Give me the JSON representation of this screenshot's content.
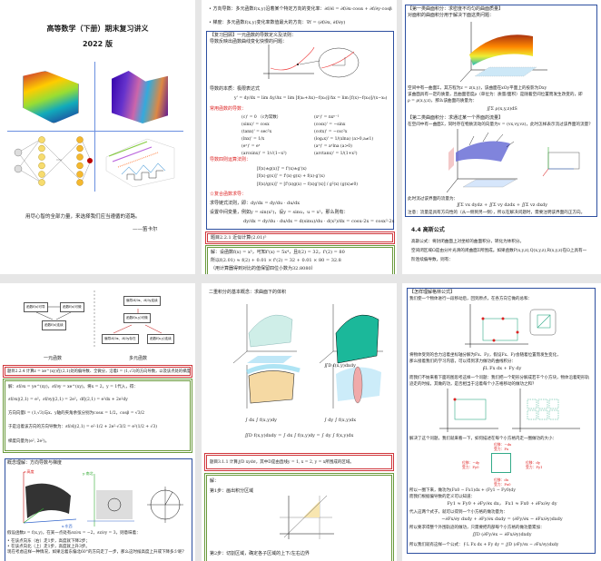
{
  "cover": {
    "title": "高等数学（下册）期末复习讲义",
    "edition": "2022 版",
    "quote": "用尽心智的全部力量，来选择我们应当遵循的道路。",
    "author": "——笛卡尔"
  },
  "p2": {
    "l1": "• 方向导数：多元函数f(x,y)沿着某个特定方向的变化率：∂f/∂l = ∂f/∂x·cosα + ∂f/∂y·cosβ",
    "l2": "• 梯度：多元函数f(x,y)变化率数值最大的方向：∇f = (∂f/∂x, ∂f/∂y)",
    "box_title": "【复习回顾】一元函数的导数定义及法则：",
    "box_sub": "导数反映出函数曲线变化快慢的问题：",
    "def_label": "导数的本质：极限表达式",
    "def": "y' = dy/dx = lim Δy/Δx = lim [f(x₀+Δx)−f(x₀)]/Δx = lim [f(x)−f(x₀)]/(x−x₀)",
    "common_label": "常用函数的导数：",
    "formulas": [
      "(c)' = 0 （c为常数）",
      "(xⁿ)' = nxⁿ⁻¹",
      "(sinx)' = cosx",
      "(cosx)' = −sinx",
      "(tanx)' = sec²x",
      "(cotx)' = −csc²x",
      "(lnx)' = 1/x",
      "(logₐx)' = 1/(xlna) (a>0,a≠1)",
      "(eˣ)' = eˣ",
      "(aˣ)' = aˣlna (a>0)",
      "(arcsinx)' = 1/√(1−x²)",
      "(arctanx)' = 1/(1+x²)"
    ],
    "rules_label": "导数四则运算法则：",
    "rules": [
      "[f(x)±g(x)]' = f'(x)±g'(x)",
      "[f(x)·g(x)]' = f'(x)·g(x) + f(x)·g'(x)",
      "[f(x)/g(x)]' = [f'(x)g(x) − f(x)g'(x)] / g²(x)   (g(x)≠0)"
    ],
    "chain_label": "☆复合函数求导：",
    "chain1": "求导链式法则，即：dy/dx = dy/du · du/dx",
    "chain2": "设置中间变量，例如y = sin(x²)，设y = sinu，u = x²，那么则有：",
    "chain3": "dy/dx = dy/du · du/dx = d(sinu)/du · d(x²)/dx = cosu·2x = cosx²·2x",
    "example": "题目2.2.1 近似计算(2.01)⁵",
    "sol": [
      "解：设函数f(x) = x⁵，可知f'(x) = 5x⁴，且f(2) = 32，f'(2) = 80",
      "所以f(2.01) ≈ f(2) + 0.01 × f'(2) = 32 + 0.01 × 80 = 32.8",
      "（用计算器得到对比的值保留四位小数为32.8080）"
    ]
  },
  "p3": {
    "s1_title": "【第一类曲面积分：求密度不均匀的曲面质量】",
    "s1_sub": "对面积的曲面积分用于解决下面这类问题：",
    "s1_t1": "空间中有一曲面Σ，其方程为z = z(x,y)，该曲面在xOy平面上的投影为Dxy",
    "s1_t2": "该曲面具有一定的质量，且曲面密度ρ（单位为：质量/面积）是随着空间位置而发生改变的，即",
    "s1_t3": "ρ = ρ(x,y,z)，那么该曲面的质量为：",
    "s1_f": "∬Σ ρ(x,y,z)dS",
    "s2_title": "【第二类曲面积分：求通过某一个界面的流量】",
    "s2_sub": "在空间中有一曲面Σ，同时存在物质流动的向量为v = (vx,vy,vz)，此时怎样表示流过该界面的流量？",
    "s2_t1": "此时流过该界面的流量为：",
    "s2_f": "∬Σ vx dydz + ∬Σ vy dzdx + ∬Σ vz dxdy",
    "s2_note": "注意：流量是具有方向性的（从一侧到另一侧），所以在解决问题时，需要注明该界面的正方向。",
    "h": "4.4 高斯公式",
    "p1": "高斯公式：将封闭曲面上对坐标的曲面积分，转化为体积分。",
    "p2": "空间闭区域Ω是由分片光滑的闭曲面Σ所围成。如果函数P(x,y,z),Q(x,y,z),R(x,y,z)在Ω上具有一",
    "p3": "阶连续偏导数，则有："
  },
  "p4": {
    "n1": "函数f(x)可导",
    "n2": "函数f(x)可微",
    "n3": "函数f(x)连续",
    "m1": "偏导∂f/∂x、∂f/∂y连续",
    "m2": "函数f(x,y)可微",
    "m3": "偏导∂f/∂x、∂f/∂y存在",
    "m4": "函数f(x,y)连续",
    "lab1": "一元函数",
    "lab2": "多元函数",
    "example": "题目2.2.4 计算z = xe^(xy)在(2,1)处的偏导数、全微分，沿着l = (1,√3)的方向导数，以及该点处的梯度",
    "sol": [
      "解：∂f/∂x = ye^(xy)，∂f/∂y = xe^(xy)，将x = 2，y = 1代入，得：",
      "∂f/∂x|(2,1) = e²，∂f/∂y|(2,1) = 2e²，df|(2,1) = e²dx + 2e²dy",
      "方向向量l = (1,√3)与x、y轴的夹角余弦分别为cosα = 1/2，cosβ = √3/2",
      "于是沿着该方向的方向导数为：∂f/∂l|(2,1) = e²·1/2 + 2e²·√3/2 = e²(1/2 + √3)",
      "梯度向量为(e², 2e²)。"
    ],
    "concept_title": "概念理解：方向导数与梯度",
    "axis_z": "z:高度",
    "axis_y": "y:南北",
    "axis_x": "x:东西",
    "c1": "假设函数z = f(x,y)，在某一点处有∂z/∂x = −2，∂z/∂y = 3，则意味着：",
    "c2": "• 在该点向东（右）走1步，高度就下降2步；",
    "c3": "• 在该点向北（上）走1步，高度就上升3步。",
    "c4": "现在考虑这样一种情况，如果沿着东偏北60°的方向走了一步，那么这时候高度上升或下降多少呢？"
  },
  "p5": {
    "intro": "二重积分的基本概念：求曲面下的体积",
    "f1": "∬D f(x,y)dxdy",
    "f2": "∫ dx ∫ f(x,y)dy",
    "f3": "∫ dy ∫ f(x,y)dx",
    "f4": "∬D f(x,y)dxdy = ∫ dx ∫ f(x,y)dy = ∫ dy ∫ f(x,y)dx",
    "example": "题目3.1.1 计算∬D xydσ，其中D是由直线y = 1, x = 2, y = x所围成的区域。",
    "sol": "解：",
    "step1": "第1步：画出积分区域",
    "step2": "第2步：切割区域，确定各子区域的上下/左右边界"
  },
  "p6": {
    "title": "【怎样理解格林公式】",
    "t1": "我们使一个物体进行一段移动后，回到原点，在各方向它做的总和：",
    "t2": "将物体受到的合力沿着坐标轴分解为Fx、Fy，假设Fx、Fy会随着位置而发生变化，",
    "t3": "那么接着我们的学习内容，可以得到求力做功的曲线积分：",
    "f1": "∮L Fx dx + Fy dy",
    "t4": "而我们不妨来看下面的图思考这样一个问题：我们把一个矩形分解成若干个小方块，物体沿着矩形轨",
    "t5": "迹走的时候，其做的功，是否相当于沿着每个小方格移动的做功之和？",
    "t6": "解决了这个问题，我们就来看一下，如何描述在每个小方格内走一圈做功的大小：",
    "lbl": [
      "位移：−dx",
      "受力：Fx",
      "位移：−dy",
      "受力：Fy0",
      "位移：dy",
      "受力：Fy1",
      "位移：dx",
      "受力：Fx0"
    ],
    "t7": "所以一圈下来，做功为(Fx0 − Fx1)dx + (Fy1 − Fy0)dy",
    "t8": "而我们根据偏导数的定义可以知道：",
    "f2": "Fy1 ≈ Fy0 + ∂Fy/∂x dx，  Fx1 ≈ Fx0 + ∂Fx/∂y dy",
    "t9": "代入这两个式子，就可以得到一个小方格的做功量为：",
    "f3": "−∂Fx/∂y dxdy + ∂Fy/∂x dxdy = (∂Fy/∂x − ∂Fx/∂y)dxdy",
    "t10": "所以要求得整个外围轨迹的做功，只需要把内部每个小方格的做功量累加：",
    "f4": "∬D (∂Fy/∂x − ∂Fx/∂y)dxdy",
    "t11": "所以我们就有这样一个公式：∮L Fx dx + Fy dy = ∬D (∂Fy/∂x − ∂Fx/∂y)dxdy"
  }
}
